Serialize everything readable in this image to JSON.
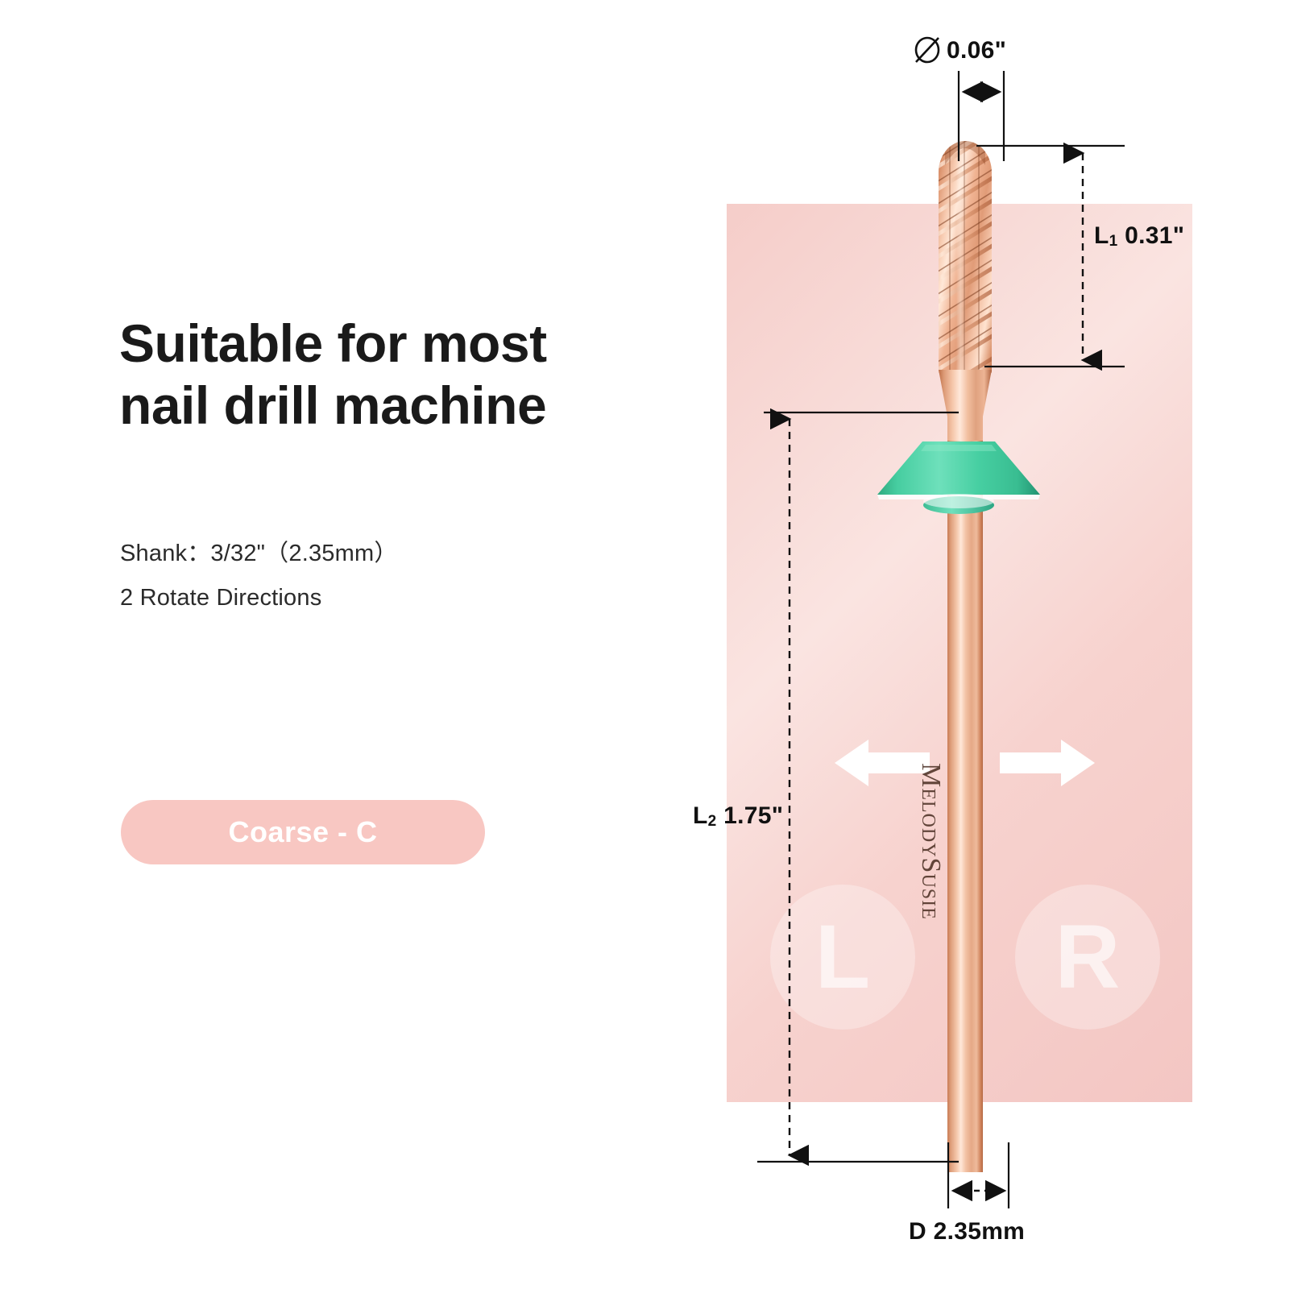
{
  "page": {
    "background_color": "#ffffff",
    "panel_color": "#f5cdc9",
    "accent_pink": "#f8c7c2",
    "metal_color": "#e2a384",
    "collar_color": "#3fc79b"
  },
  "left_column": {
    "headline": "Suitable for most\nnail drill machine",
    "specs": [
      {
        "label": "Shank：3/32\"（2.35mm）"
      },
      {
        "label": "2 Rotate Directions"
      }
    ],
    "grit_badge": {
      "label": "Coarse - C",
      "background": "#f8c7c2",
      "text_color": "#ffffff"
    }
  },
  "diagram": {
    "product_brand": "MelodySusie",
    "rotation_markers": [
      {
        "letter": "L",
        "direction": "left"
      },
      {
        "letter": "R",
        "direction": "right"
      }
    ],
    "dimensions": {
      "diameter_top": {
        "symbol": "⌀",
        "value": "0.06\"",
        "description": "head-diameter"
      },
      "head_length": {
        "symbol": "L",
        "subscript": "1",
        "value": "0.31\"",
        "description": "cutting-head-length"
      },
      "total_length": {
        "symbol": "L",
        "subscript": "2",
        "value": "1.75\"",
        "description": "overall-bit-length"
      },
      "shank_diameter": {
        "symbol": "D",
        "value": "2.35mm",
        "description": "shank-diameter"
      }
    }
  }
}
